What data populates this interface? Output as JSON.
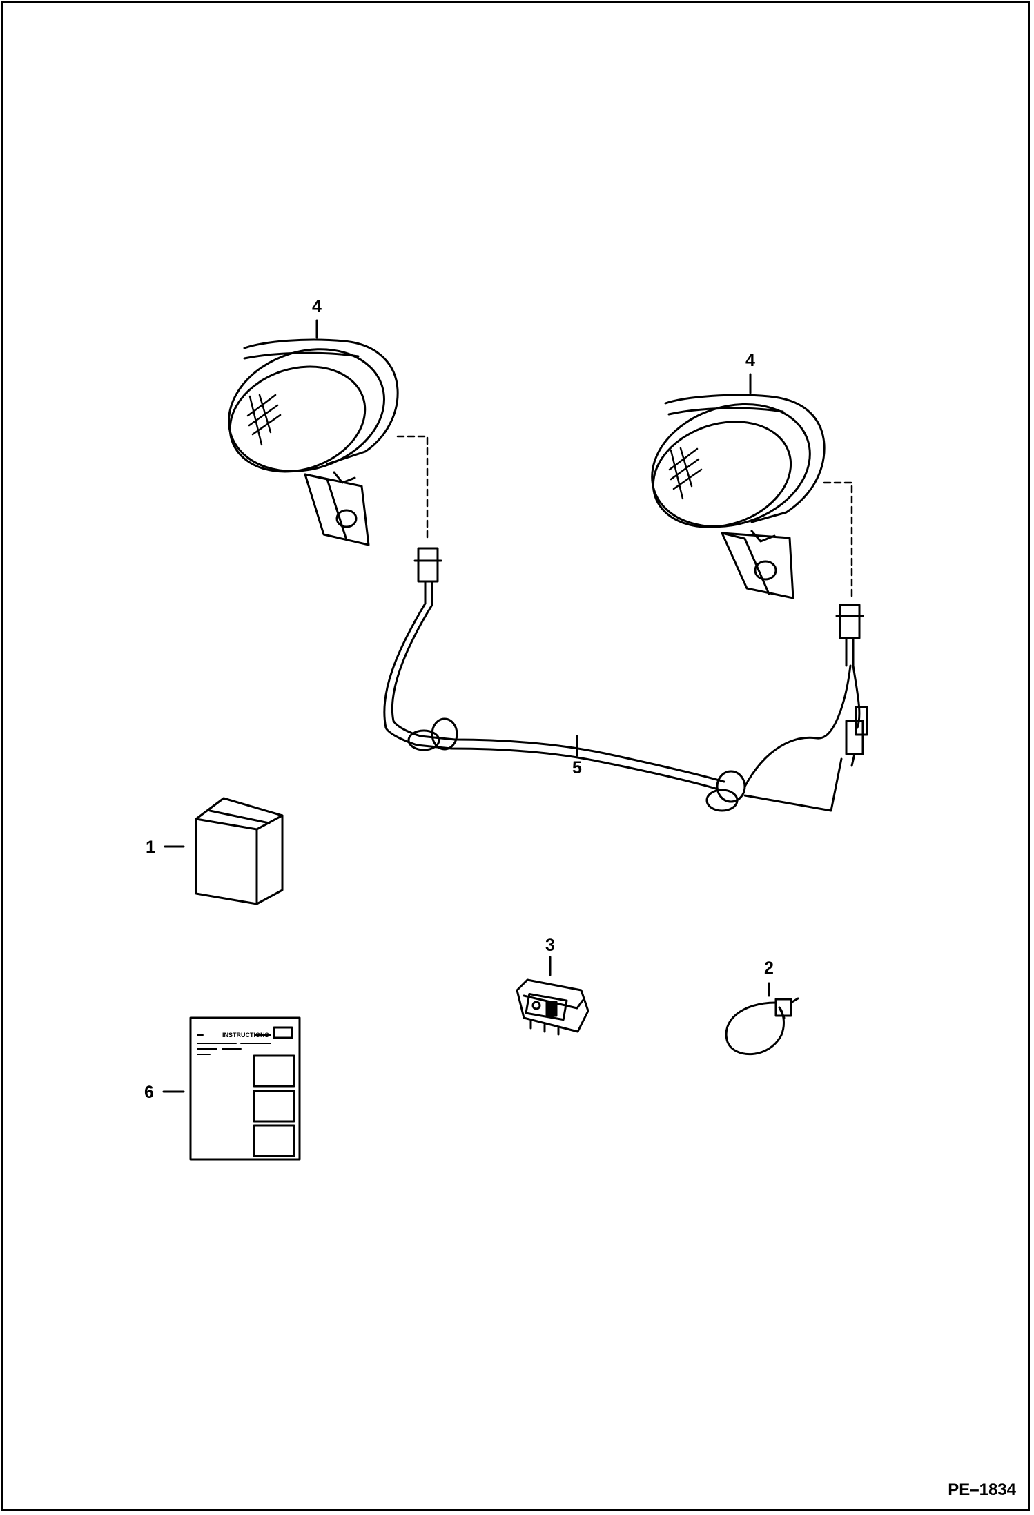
{
  "callouts": {
    "box": "1",
    "clip": "2",
    "switch": "3",
    "light_left": "4",
    "light_right": "4",
    "harness": "5",
    "instructions": "6"
  },
  "instruction_sheet": {
    "heading": "INSTRUCTIONS"
  },
  "figure_id": "PE–1834"
}
